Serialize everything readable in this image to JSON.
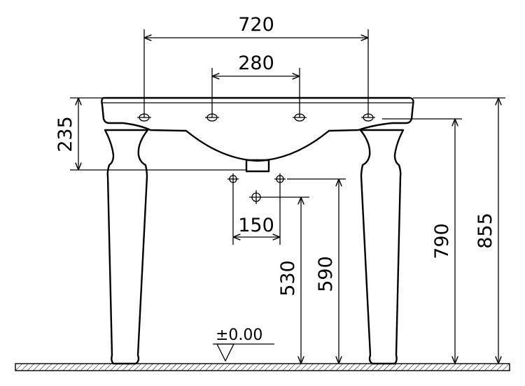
{
  "dimensions": {
    "overall_width": "720",
    "tap_spacing": "280",
    "bowl_depth": "235",
    "waste_spacing": "150",
    "height_530": "530",
    "height_590": "590",
    "height_790": "790",
    "height_855": "855"
  },
  "floor_level": "±0.00"
}
